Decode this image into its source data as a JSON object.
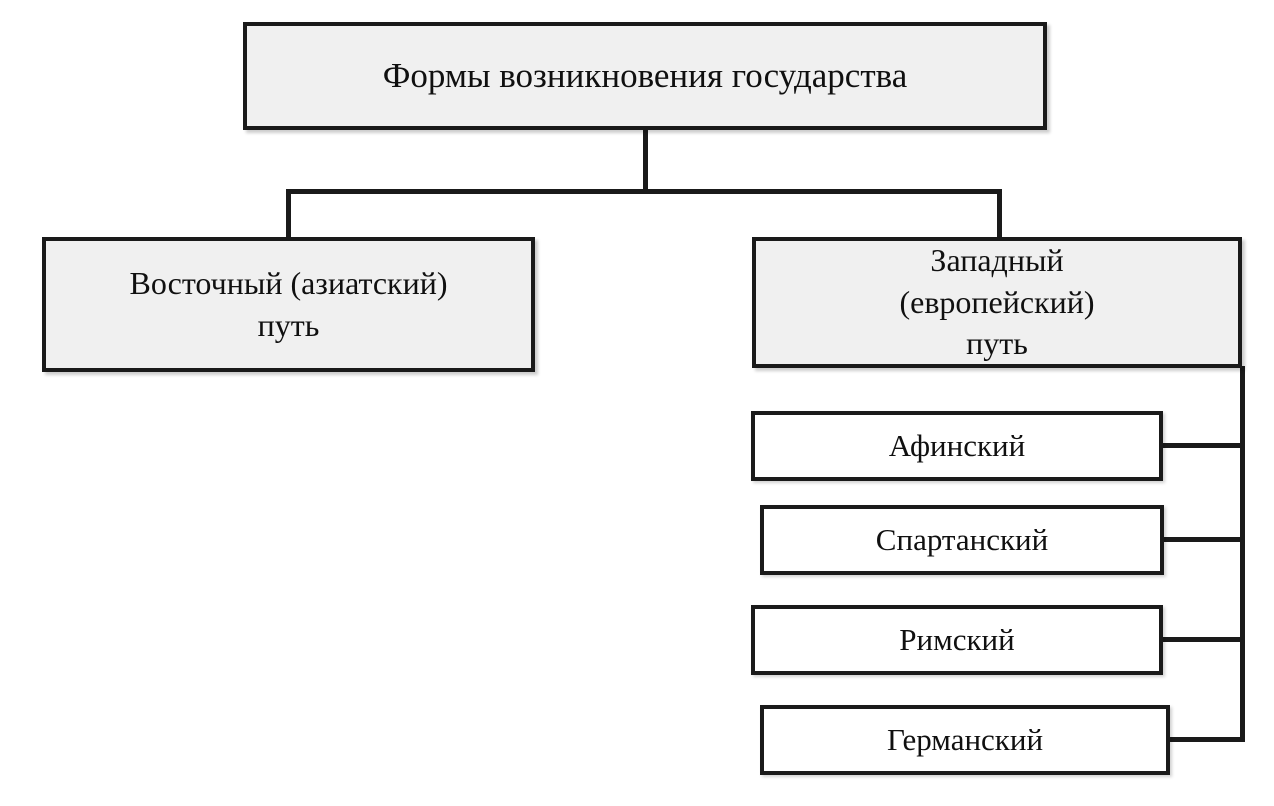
{
  "diagram": {
    "title": "Формы возникновения государства",
    "type": "hierarchy-tree",
    "colors": {
      "box_fill_primary": "#f0f0f0",
      "box_fill_secondary": "#ffffff",
      "border": "#1a1a1a",
      "text": "#101010",
      "background": "#ffffff"
    },
    "root": {
      "label": "Формы возникновения государства"
    },
    "branches": [
      {
        "id": "east",
        "label": "Восточный (азиатский)\nпуть",
        "children": []
      },
      {
        "id": "west",
        "label": "Западный\n(европейский)\nпуть",
        "children": [
          {
            "id": "athens",
            "label": "Афинский"
          },
          {
            "id": "sparta",
            "label": "Спартанский"
          },
          {
            "id": "rome",
            "label": "Римский"
          },
          {
            "id": "german",
            "label": "Германский"
          }
        ]
      }
    ]
  }
}
